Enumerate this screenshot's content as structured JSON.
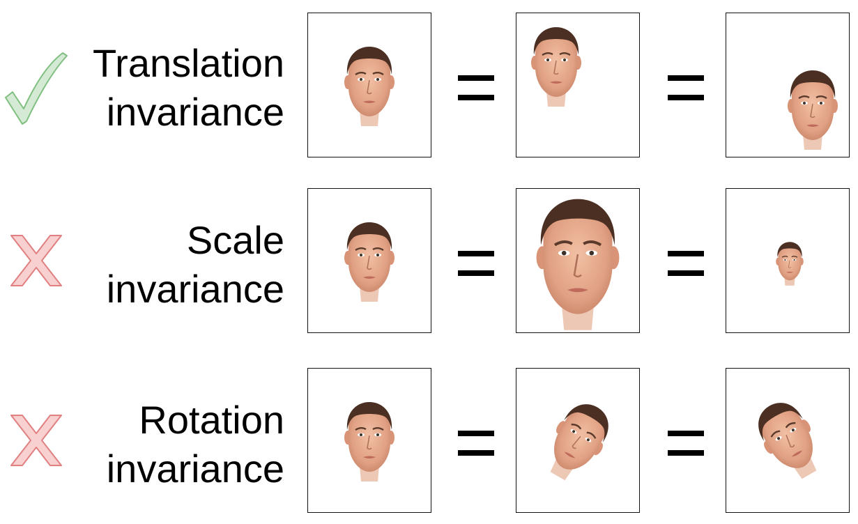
{
  "rows": [
    {
      "status": "check",
      "status_icon": "checkmark-icon",
      "status_color": "#7fbf7f",
      "label_line1": "Translation",
      "label_line2": "invariance"
    },
    {
      "status": "cross",
      "status_icon": "cross-icon",
      "status_color": "#e08080",
      "label_line1": "Scale",
      "label_line2": "invariance"
    },
    {
      "status": "cross",
      "status_icon": "cross-icon",
      "status_color": "#e08080",
      "label_line1": "Rotation",
      "label_line2": "invariance"
    }
  ],
  "equals_symbol": "="
}
